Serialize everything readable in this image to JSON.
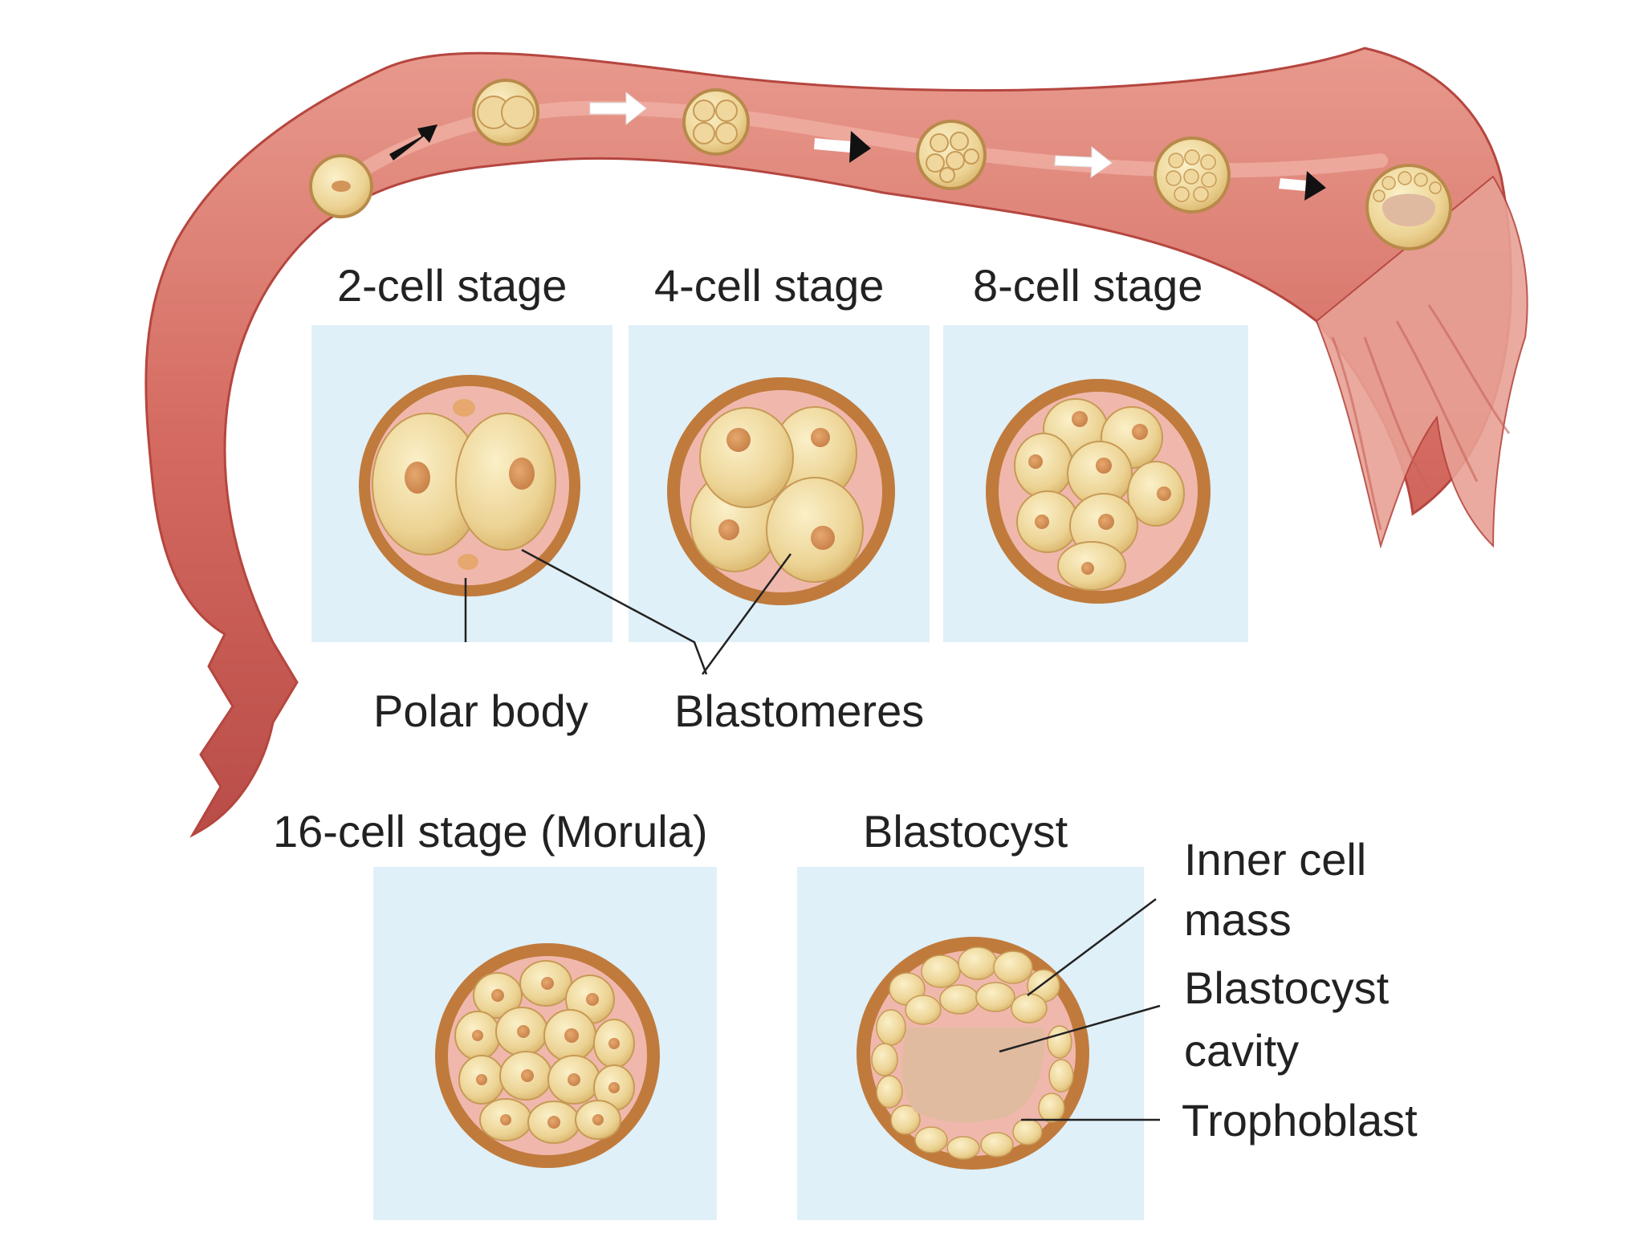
{
  "labels": {
    "two_cell": "2-cell stage",
    "four_cell": "4-cell stage",
    "eight_cell": "8-cell stage",
    "polar_body": "Polar body",
    "blastomeres": "Blastomeres",
    "morula": "16-cell stage (Morula)",
    "blastocyst": "Blastocyst",
    "inner_cell_line1": "Inner cell",
    "inner_cell_line2": "mass",
    "cavity_line1": "Blastocyst",
    "cavity_line2": "cavity",
    "trophoblast": "Trophoblast"
  },
  "colors": {
    "tube": "#d97066",
    "tube_inner": "#c9534f",
    "panel": "#dff0f8",
    "cell_fill": "#f1dca0",
    "zona": "#c07a3c",
    "nucleus": "#d3945a",
    "cytoplasm_bg": "#f0b8ac"
  },
  "icons": {
    "flow_arrow": "arrow-right-icon"
  }
}
